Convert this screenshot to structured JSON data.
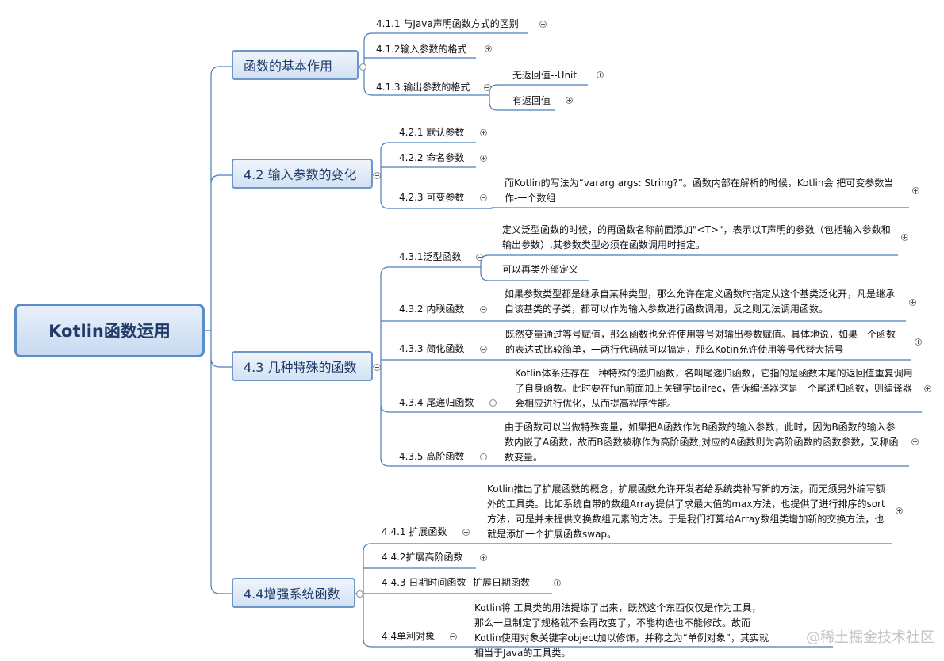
{
  "root": "Kotlin函数运用",
  "branches": [
    {
      "title": "函数的基本作用",
      "children": [
        {
          "label": "4.1.1 与Java声明函数方式的区别"
        },
        {
          "label": "4.1.2输入参数的格式"
        },
        {
          "label": "4.1.3 输出参数的格式",
          "children": [
            "无返回值--Unit",
            "有返回值"
          ]
        }
      ]
    },
    {
      "title": "4.2 输入参数的变化",
      "children": [
        {
          "label": "4.2.1 默认参数"
        },
        {
          "label": "4.2.2 命名参数"
        },
        {
          "label": "4.2.3 可变参数",
          "detail": "而Kotlin的写法为“vararg args: String?”。函数内部在解析的时候，Kotlin会 把可变参数当作-一个数组"
        }
      ]
    },
    {
      "title": "4.3 几种特殊的函数",
      "children": [
        {
          "label": "4.3.1泛型函数",
          "children": [
            "定义泛型函数的时候，的再函数名称前面添加\"<T>\"，表示以T声明的参数（包括输入参数和输出参数）,其参数类型必须在函数调用时指定。",
            "可以再类外部定义"
          ]
        },
        {
          "label": "4.3.2 内联函数",
          "detail": "如果参数类型都是继承自某种类型，那么允许在定义函数时指定从这个基类泛化开，凡是继承自该基类的子类，都可以作为输入参数进行函数调用，反之则无法调用函数。"
        },
        {
          "label": "4.3.3 简化函数",
          "detail": "既然变量通过等号赋值，那么函数也允许使用等号对输出参数赋值。具体地说，如果一个函数的表达式比较简单，一两行代码就可以搞定，那么Kotin允许使用等号代替大括号"
        },
        {
          "label": "4.3.4 尾递归函数",
          "detail": "Kotlin体系还存在一种特殊的递归函数，名叫尾递归函数，它指的是函数末尾的返回值重复调用了自身函数。此时要在fun前面加上关键字tailrec，告诉编译器这是一个尾递归函数，则编译器会相应进行优化，从而提高程序性能。"
        },
        {
          "label": "4.3.5 高阶函数",
          "detail": "由于函数可以当做特殊变量，如果把A函数作为B函数的输入参数，此时，因为B函数的输入参数内嵌了A函数，故而B函数被称作为高阶函数,对应的A函数则为高阶函数的函数参数，又称函数变量。"
        }
      ]
    },
    {
      "title": "4.4增强系统函数",
      "children": [
        {
          "label": "4.4.1 扩展函数",
          "detail": "Kotlin推出了扩展函数的概念，扩展函数允许开发者给系统类补写新的方法，而无须另外编写额外的工具类。比如系统自带的数组Array提供了求最大值的max方法，也提供了进行排序的sort方法，可是并未提供交换数组元素的方法。于是我们打算给Array数组类增加新的交换方法，也就是添加一个扩展函数swap。"
        },
        {
          "label": "4.4.2扩展高阶函数"
        },
        {
          "label": "4.4.3 日期时间函数--扩展日期函数"
        },
        {
          "label": "4.4单利对象",
          "detail": "Kotlin将 工具类的用法提炼了出来，既然这个东西仅仅是作为工具，那么一旦制定了规格就不会再改变了，不能构造也不能修改。故而Kotlin使用对象关键字object加以修饰，并称之为“单例对象”，其实就相当于Java的工具类。"
        }
      ]
    }
  ],
  "watermark": "@稀土掘金技术社区",
  "colors": {
    "line": "#4a7cb8",
    "root_border": "#5b8ec8",
    "branch_border": "#6d96c9",
    "text_dark": "#1f3b68"
  }
}
